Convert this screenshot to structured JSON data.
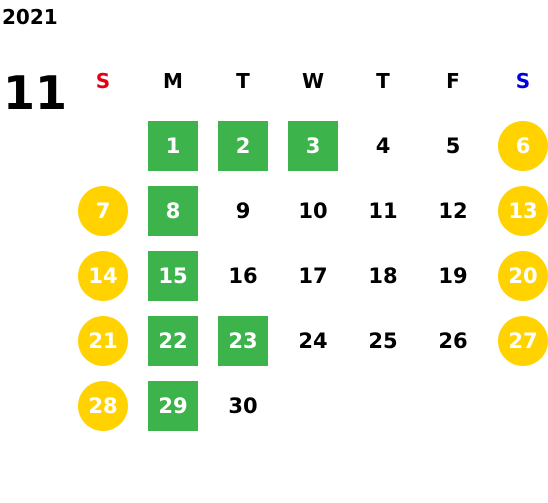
{
  "year": "2021",
  "month": "11",
  "weekdays": [
    {
      "label": "S",
      "type": "sun"
    },
    {
      "label": "M",
      "type": "weekday"
    },
    {
      "label": "T",
      "type": "weekday"
    },
    {
      "label": "W",
      "type": "weekday"
    },
    {
      "label": "T",
      "type": "weekday"
    },
    {
      "label": "F",
      "type": "weekday"
    },
    {
      "label": "S",
      "type": "sat"
    }
  ],
  "first_weekday_index": 1,
  "days": [
    {
      "day": "1",
      "style": "green"
    },
    {
      "day": "2",
      "style": "green"
    },
    {
      "day": "3",
      "style": "green"
    },
    {
      "day": "4",
      "style": "plain"
    },
    {
      "day": "5",
      "style": "plain"
    },
    {
      "day": "6",
      "style": "yellow"
    },
    {
      "day": "7",
      "style": "yellow"
    },
    {
      "day": "8",
      "style": "green"
    },
    {
      "day": "9",
      "style": "plain"
    },
    {
      "day": "10",
      "style": "plain"
    },
    {
      "day": "11",
      "style": "plain"
    },
    {
      "day": "12",
      "style": "plain"
    },
    {
      "day": "13",
      "style": "yellow"
    },
    {
      "day": "14",
      "style": "yellow"
    },
    {
      "day": "15",
      "style": "green"
    },
    {
      "day": "16",
      "style": "plain"
    },
    {
      "day": "17",
      "style": "plain"
    },
    {
      "day": "18",
      "style": "plain"
    },
    {
      "day": "19",
      "style": "plain"
    },
    {
      "day": "20",
      "style": "yellow"
    },
    {
      "day": "21",
      "style": "yellow"
    },
    {
      "day": "22",
      "style": "green"
    },
    {
      "day": "23",
      "style": "green"
    },
    {
      "day": "24",
      "style": "plain"
    },
    {
      "day": "25",
      "style": "plain"
    },
    {
      "day": "26",
      "style": "plain"
    },
    {
      "day": "27",
      "style": "yellow"
    },
    {
      "day": "28",
      "style": "yellow"
    },
    {
      "day": "29",
      "style": "green"
    },
    {
      "day": "30",
      "style": "plain"
    }
  ],
  "colors": {
    "green": "#3cb44b",
    "yellow": "#ffd200",
    "sunday": "#e60012",
    "saturday": "#0000e0"
  }
}
